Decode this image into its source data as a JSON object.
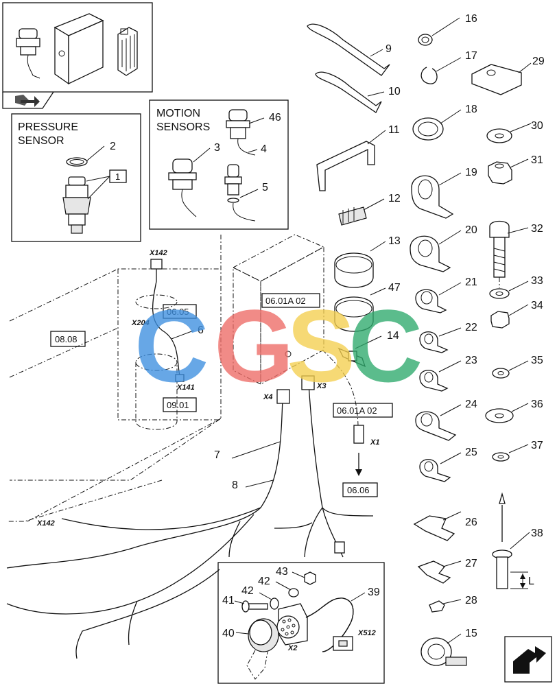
{
  "panels": {
    "pressure_title_1": "PRESSURE",
    "pressure_title_2": "SENSOR",
    "motion_title_1": "MOTION",
    "motion_title_2": "SENSORS"
  },
  "refs": {
    "r_0808": "08.08",
    "r_0605": "06.05",
    "r_0901": "09.01",
    "r_0601a02_top": "06.01A 02",
    "r_0601a02_mid": "06.01A 02",
    "r_0606": "06.06",
    "r_box1": "1"
  },
  "connectors": {
    "x142_top": "X142",
    "x204": "X204",
    "x141": "X141",
    "x4": "X4",
    "x3": "X3",
    "x1": "X1",
    "x142_left": "X142",
    "x2": "X2",
    "x512": "X512"
  },
  "parts": {
    "p2": "2",
    "p3": "3",
    "p4": "4",
    "p5": "5",
    "p6": "6",
    "p7": "7",
    "p8": "8",
    "p9": "9",
    "p10": "10",
    "p11": "11",
    "p12": "12",
    "p13": "13",
    "p14": "14",
    "p15": "15",
    "p16": "16",
    "p17": "17",
    "p18": "18",
    "p19": "19",
    "p20": "20",
    "p21": "21",
    "p22": "22",
    "p23": "23",
    "p24": "24",
    "p25": "25",
    "p26": "26",
    "p27": "27",
    "p28": "28",
    "p29": "29",
    "p30": "30",
    "p31": "31",
    "p32": "32",
    "p33": "33",
    "p34": "34",
    "p35": "35",
    "p36": "36",
    "p37": "37",
    "p38": "38",
    "p39": "39",
    "p40": "40",
    "p41": "41",
    "p42a": "42",
    "p42b": "42",
    "p43": "43",
    "p46": "46",
    "p47": "47"
  },
  "dimension_label": "L",
  "watermark": {
    "letters": [
      "C",
      "G",
      "S",
      "C"
    ],
    "colors": [
      "#3d8fe0",
      "#ee6b66",
      "#f4cf4f",
      "#2eaa6c"
    ]
  },
  "icons": {
    "header_icon": "book-arrow-icon",
    "nav_icon": "next-page-arrow-icon"
  }
}
